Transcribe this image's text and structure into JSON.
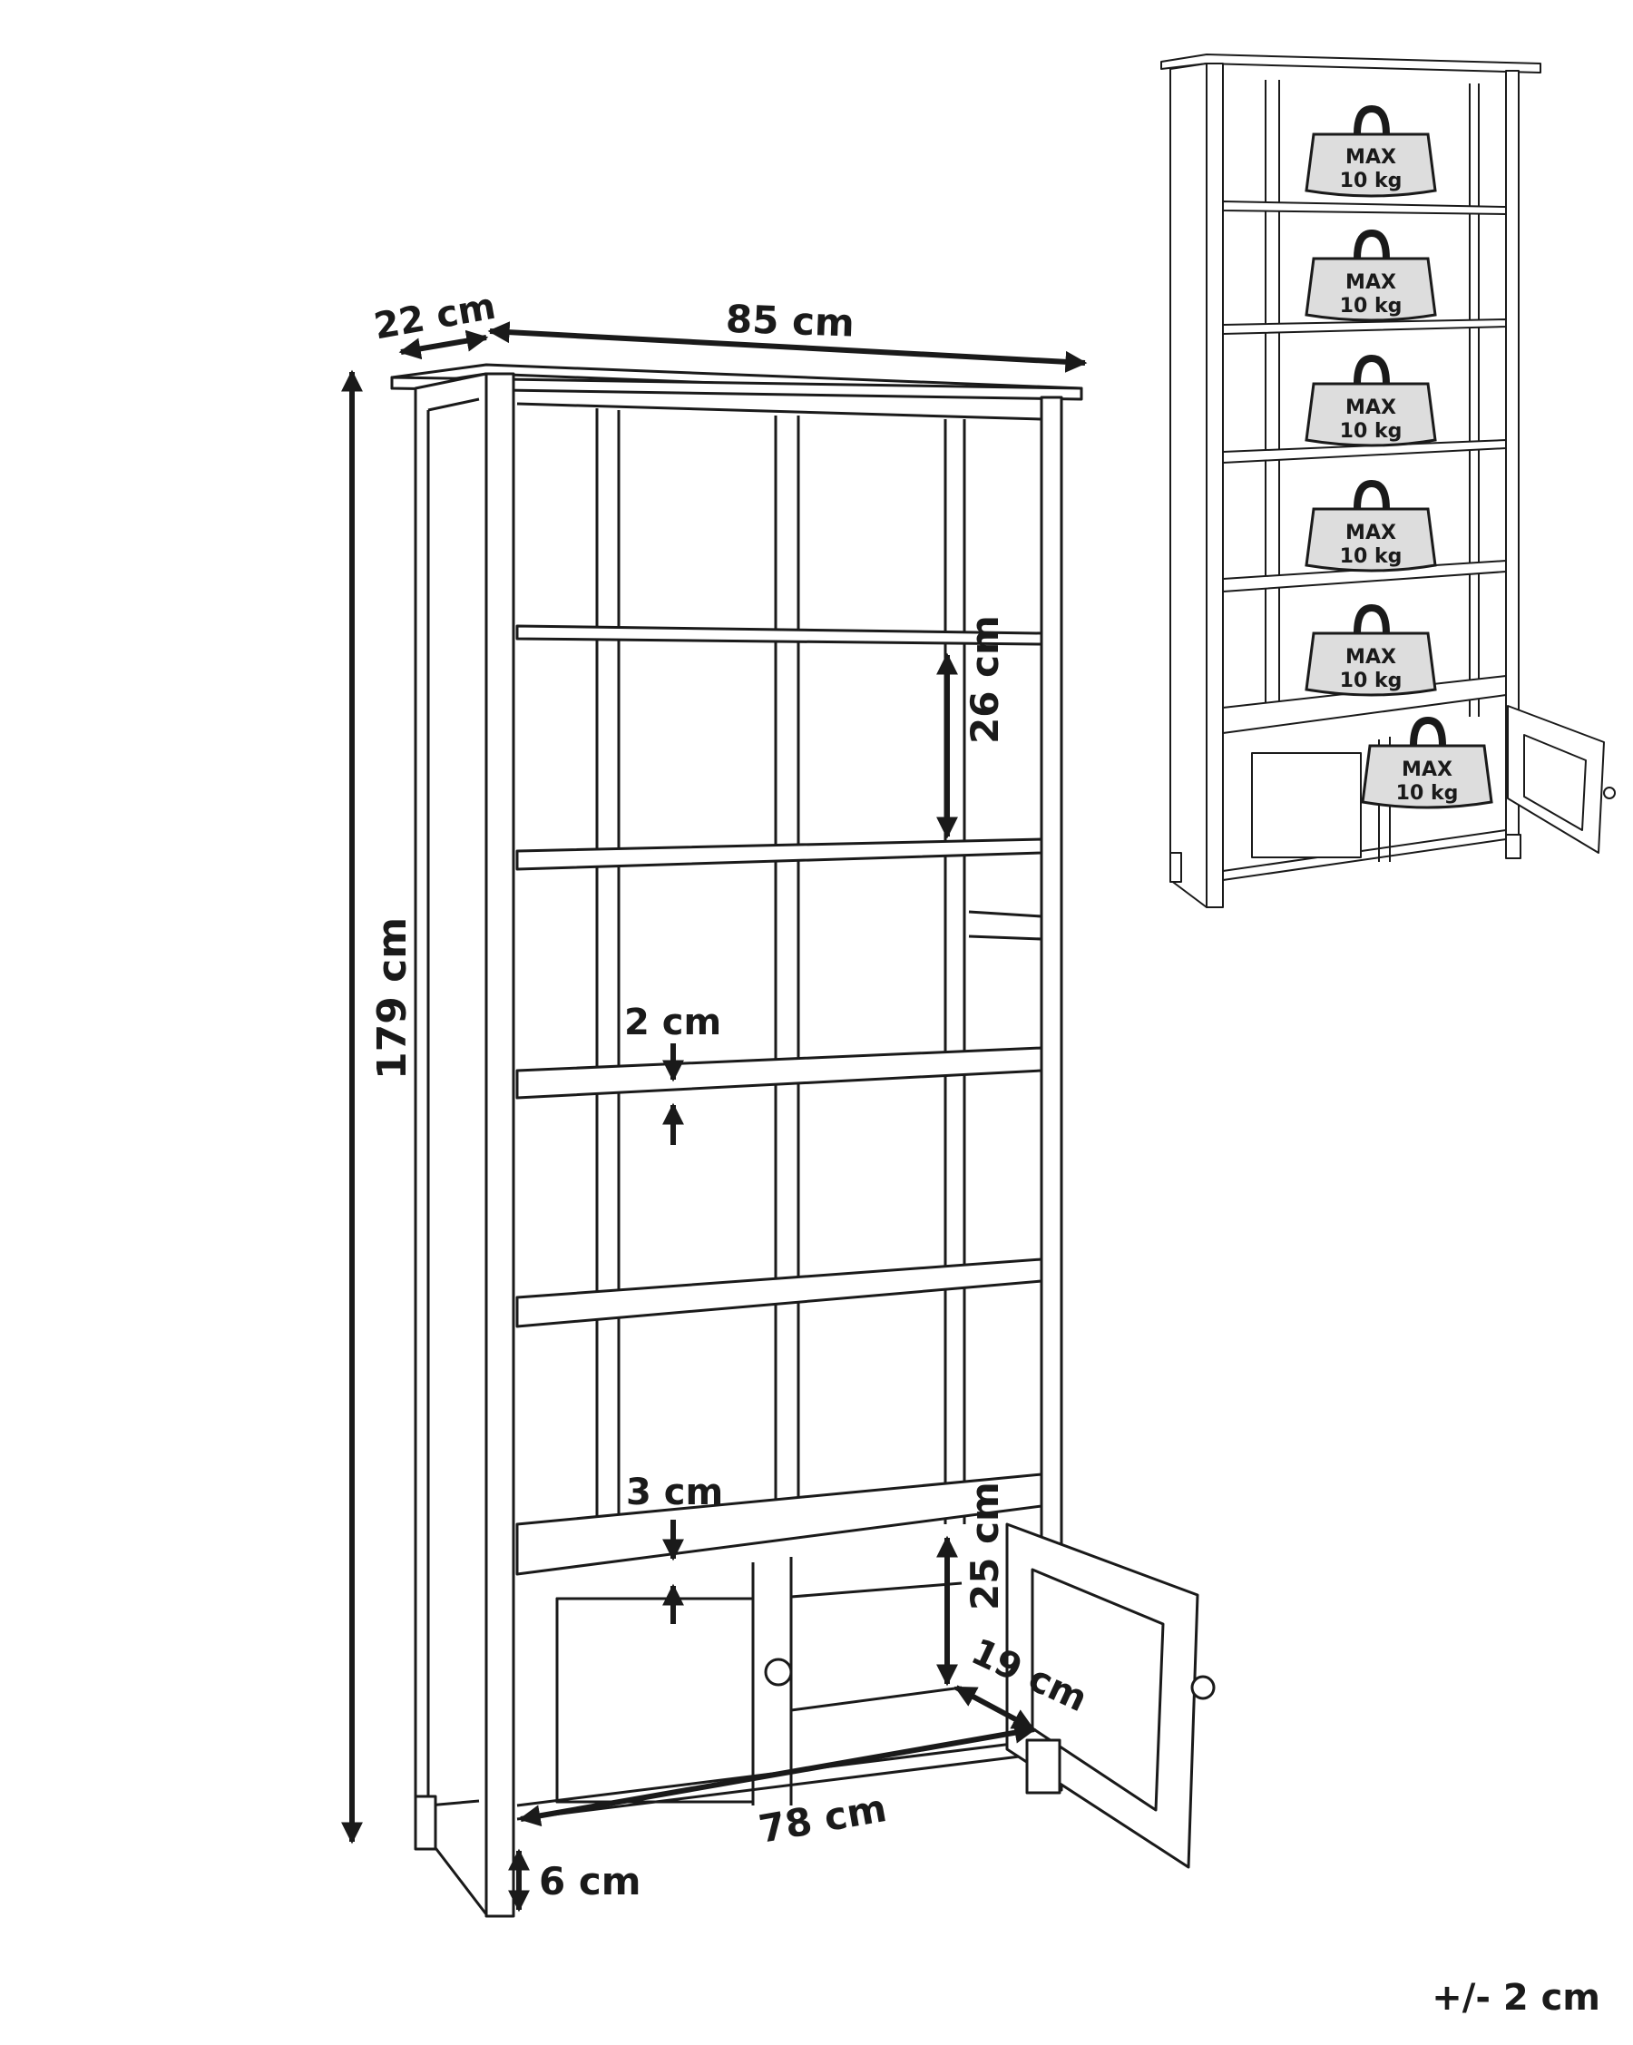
{
  "dimensions": {
    "depth": "22 cm",
    "width": "85 cm",
    "height": "179 cm",
    "shelf_gap": "26 cm",
    "shelf_thickness": "2 cm",
    "base_shelf_thickness": "3 cm",
    "cabinet_height": "25 cm",
    "cabinet_depth": "19 cm",
    "inner_width": "78 cm",
    "leg_height": "6 cm"
  },
  "load_labels": [
    {
      "line1": "MAX",
      "line2": "10 kg"
    },
    {
      "line1": "MAX",
      "line2": "10 kg"
    },
    {
      "line1": "MAX",
      "line2": "10 kg"
    },
    {
      "line1": "MAX",
      "line2": "10 kg"
    },
    {
      "line1": "MAX",
      "line2": "10 kg"
    },
    {
      "line1": "MAX",
      "line2": "10 kg"
    }
  ],
  "tolerance": "+/- 2 cm",
  "colors": {
    "line": "#1a1a1a",
    "weight_fill": "#dddddd"
  }
}
